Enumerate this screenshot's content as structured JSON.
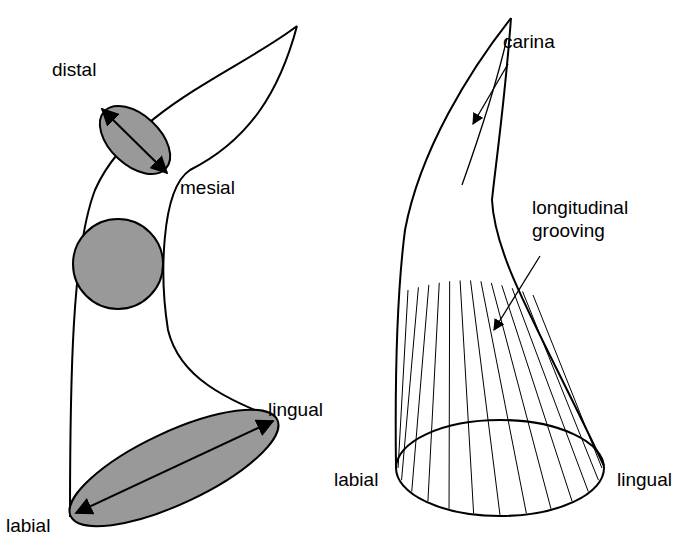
{
  "diagram": {
    "labels": [
      "distal",
      "mesial",
      "lingual",
      "labial",
      "carina",
      "longitudinal grooving",
      "labial",
      "lingual"
    ]
  }
}
